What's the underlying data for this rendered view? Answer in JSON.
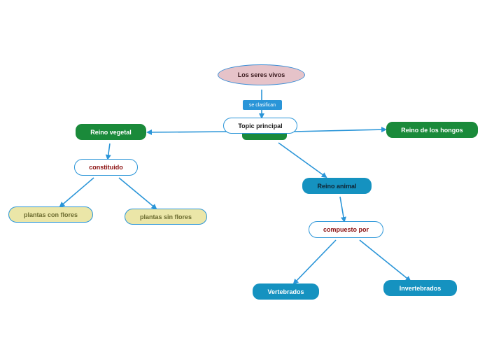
{
  "nodes": {
    "root": "Los seres vivos",
    "relation": "se clasifican",
    "topic": "Topic principal",
    "reino_vegetal": "Reino vegetal",
    "reino_hongos": "Reino de los hongos",
    "constituido": "constituido",
    "plantas_con_flores": "plantas con flores",
    "plantas_sin_flores": "plantas sin flores",
    "reino_animal": "Reino animal",
    "compuesto_por": "compuesto por",
    "vertebrados": "Vertebrados",
    "invertebrados": "Invertebrados"
  },
  "colors": {
    "connector": "#2a95d8",
    "root_fill": "#e6c3c9",
    "green": "#1a8a3a",
    "teal": "#1592c0",
    "khaki": "#ebe6a8",
    "dark_red_text": "#8b1010"
  }
}
